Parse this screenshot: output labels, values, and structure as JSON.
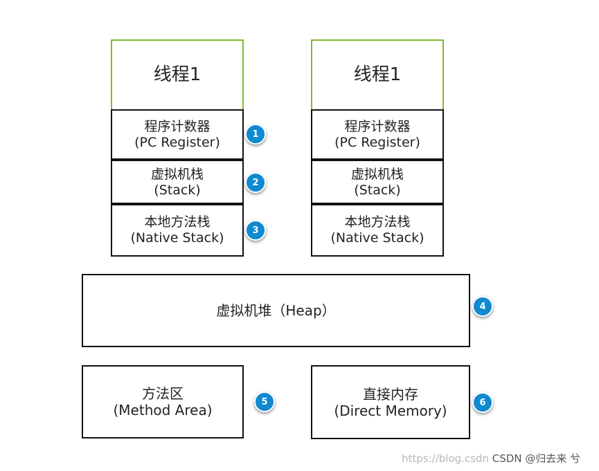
{
  "threads": [
    {
      "title": "线程1",
      "components": [
        {
          "name_cn": "程序计数器",
          "name_en": "(PC Register)",
          "badge": "1"
        },
        {
          "name_cn": "虚拟机栈",
          "name_en": "(Stack)",
          "badge": "2"
        },
        {
          "name_cn": "本地方法栈",
          "name_en": "(Native Stack)",
          "badge": "3"
        }
      ]
    },
    {
      "title": "线程1",
      "components": [
        {
          "name_cn": "程序计数器",
          "name_en": "(PC Register)"
        },
        {
          "name_cn": "虚拟机栈",
          "name_en": "(Stack)"
        },
        {
          "name_cn": "本地方法栈",
          "name_en": "(Native Stack)"
        }
      ]
    }
  ],
  "heap": {
    "label": "虚拟机堆（Heap）",
    "badge": "4"
  },
  "method_area": {
    "name_cn": "方法区",
    "name_en": "(Method Area)",
    "badge": "5"
  },
  "direct_memory": {
    "name_cn": "直接内存",
    "name_en": "(Direct Memory)",
    "badge": "6"
  },
  "watermark": {
    "url": "https://blog.csdn",
    "brand": "CSDN @归去来 兮"
  },
  "colors": {
    "thread_border": "#7fba2a",
    "box_border": "#111111",
    "badge_fill": "#0f8ad1"
  }
}
